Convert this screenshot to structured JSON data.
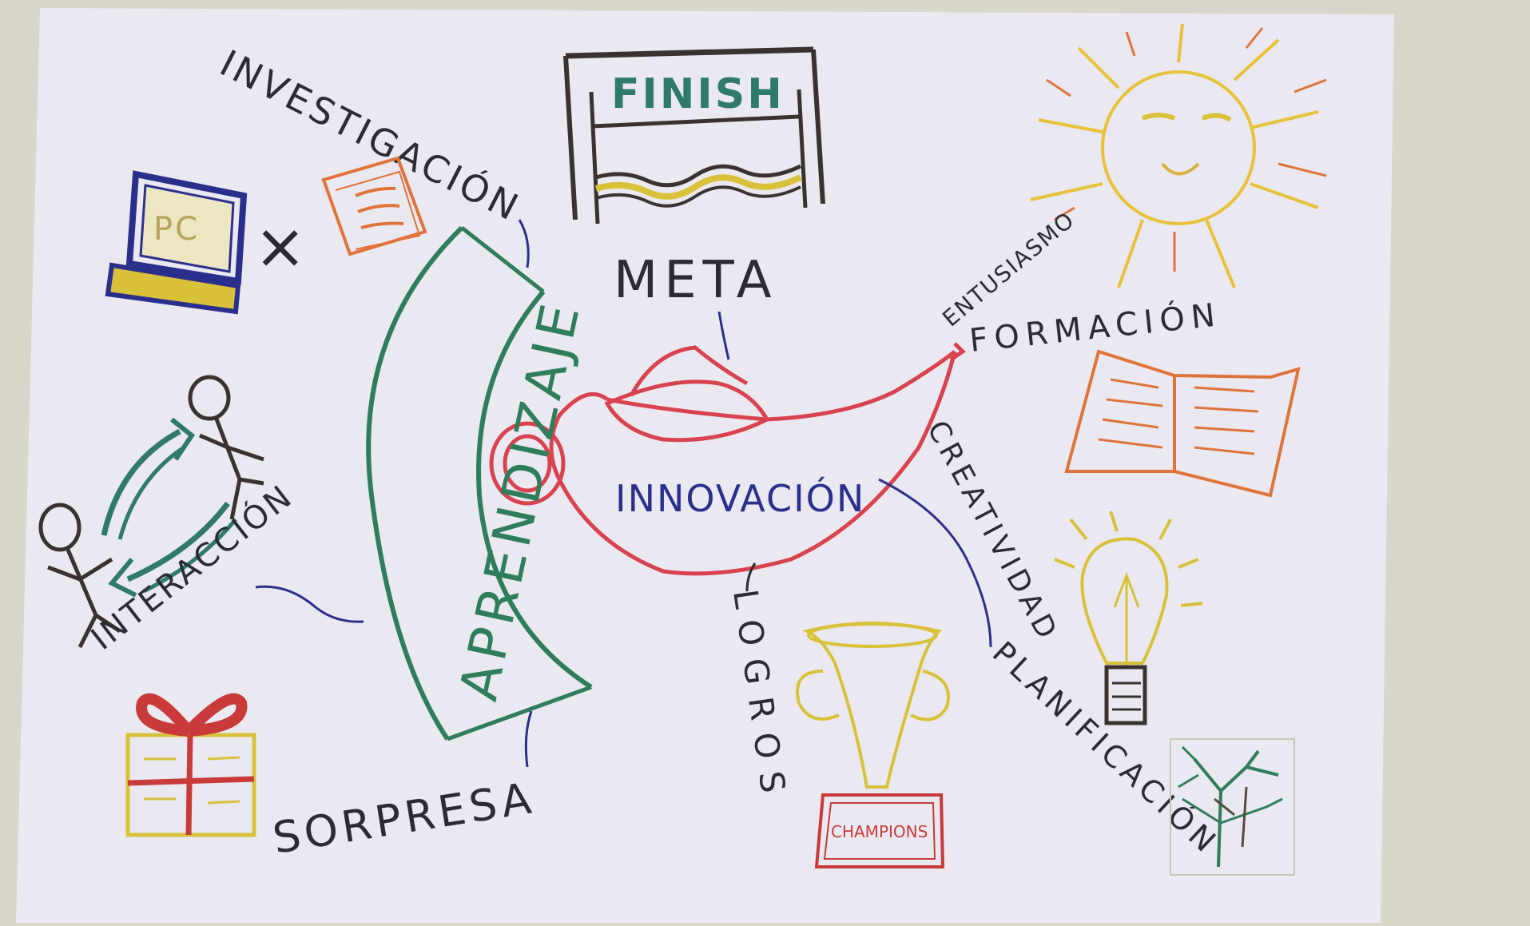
{
  "center": {
    "label": "INNOVACIÓN",
    "banner": "APRENDIZAJE"
  },
  "branches": {
    "meta": "META",
    "finish": "FINISH",
    "investigacion": "INVESTIGACIÓN",
    "pc": "PC",
    "interaccion": "INTERACCIÓN",
    "sorpresa": "SORPRESA",
    "entusiasmo": "ENTUSIASMO",
    "formacion": "FORMACIÓN",
    "creatividad": "CREATIVIDAD",
    "planificacion": "PLANIFICACIÓN",
    "logros": "LOGROS",
    "champions": "CHAMPIONS"
  },
  "colors": {
    "paper": "#ecebf2",
    "wall": "#d9d6cc",
    "ink_black": "#2b2b33",
    "ink_blue": "#2b2f8c",
    "ink_green": "#2e7d5b",
    "ink_red": "#d9434f",
    "ink_orange": "#e0733a",
    "ink_yellow": "#d9c23a",
    "ink_brown": "#5a4a3a",
    "ink_teal": "#2f7a6a"
  }
}
